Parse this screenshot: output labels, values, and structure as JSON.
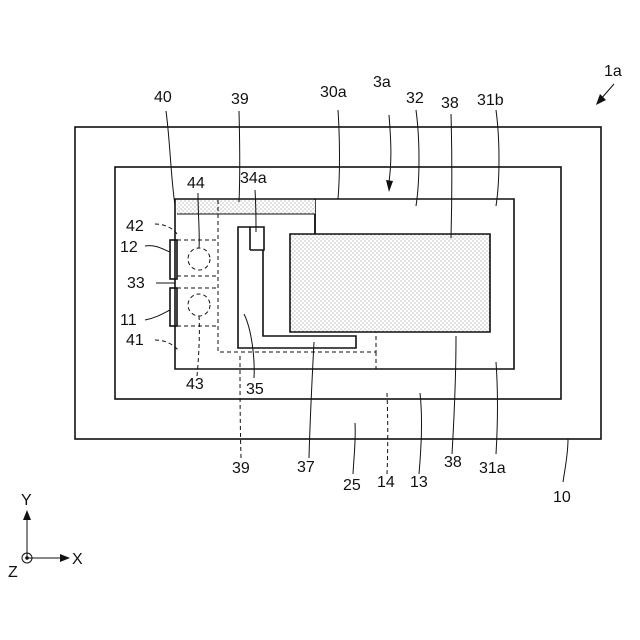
{
  "figure_label": "1a",
  "reference_labels": {
    "r40": "40",
    "r39_top": "39",
    "r30a": "30a",
    "r3a": "3a",
    "r32": "32",
    "r38_top": "38",
    "r31b": "31b",
    "r44": "44",
    "r34a": "34a",
    "r42": "42",
    "r12": "12",
    "r33": "33",
    "r11": "11",
    "r41": "41",
    "r43": "43",
    "r35": "35",
    "r39_bottom": "39",
    "r37": "37",
    "r25": "25",
    "r14": "14",
    "r13": "13",
    "r38_bottom": "38",
    "r31a": "31a",
    "r10": "10"
  },
  "axes": {
    "y": "Y",
    "x": "X",
    "z": "Z"
  },
  "colors": {
    "line": "#111111",
    "dot": "#9a9a9a"
  }
}
